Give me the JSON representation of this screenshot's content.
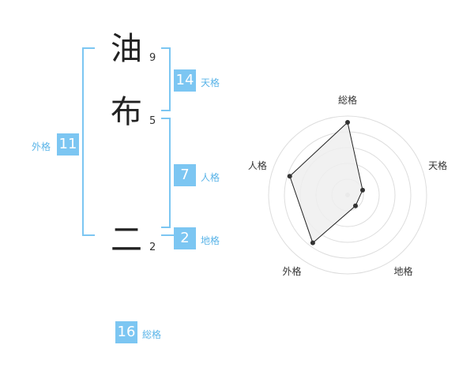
{
  "name": {
    "chars": [
      {
        "kanji": "油",
        "strokes": "9"
      },
      {
        "kanji": "布",
        "strokes": "5"
      },
      {
        "kanji": "二",
        "strokes": "2"
      }
    ]
  },
  "fortune": {
    "tenkaku": {
      "value": "14",
      "label": "天格"
    },
    "jinkaku": {
      "value": "7",
      "label": "人格"
    },
    "chikaku": {
      "value": "2",
      "label": "地格"
    },
    "gaikaku": {
      "value": "11",
      "label": "外格"
    },
    "soukaku": {
      "value": "16",
      "label": "総格"
    }
  },
  "colors": {
    "accent": "#7cc6f2",
    "label": "#5ab4e8",
    "grid": "#dddddd",
    "fill": "#eeeeee"
  },
  "chart_data": {
    "type": "radar",
    "axes": [
      "総格",
      "天格",
      "地格",
      "外格",
      "人格"
    ],
    "values": [
      0.92,
      0.2,
      0.17,
      0.75,
      0.77
    ],
    "range": [
      0,
      1
    ],
    "rings": 5
  }
}
